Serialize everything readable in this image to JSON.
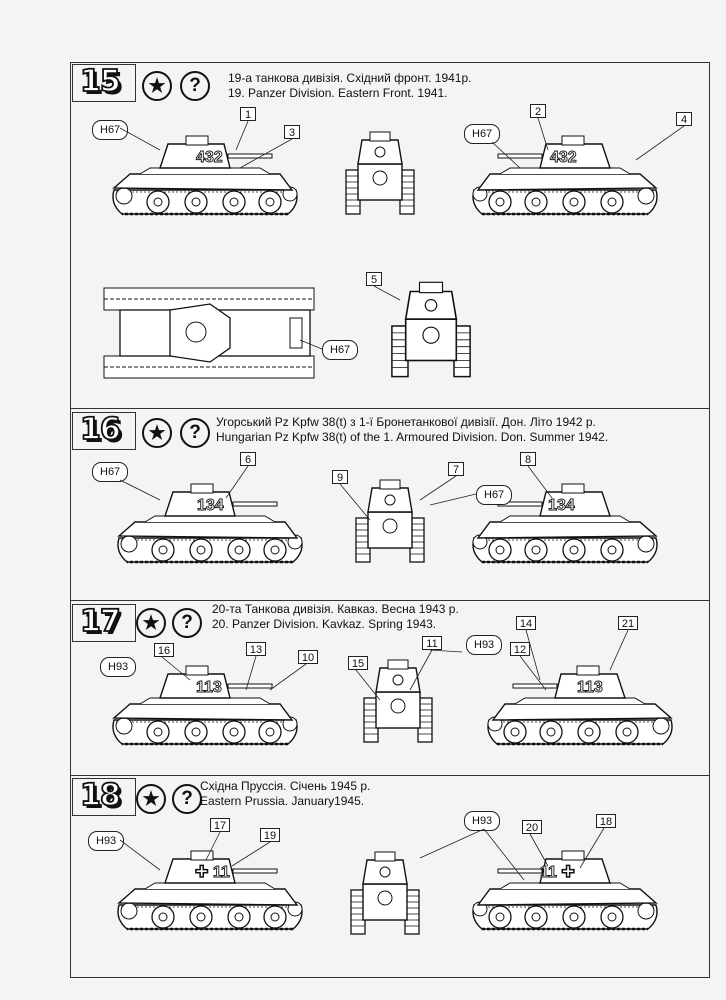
{
  "sections": [
    {
      "number": "15",
      "caption_ua": "19-а танкова дивізія. Східний фронт. 1941р.",
      "caption_en": "19. Panzer Division. Eastern Front. 1941.",
      "tank_number": "432",
      "decal": "H67",
      "callouts": [
        "1",
        "2",
        "3",
        "4",
        "5"
      ]
    },
    {
      "number": "16",
      "caption_ua": "Угорський Pz Kpfw 38(t) з 1-ї Бронетанкової дивізії. Дон. Літо 1942 р.",
      "caption_en": "Hungarian Pz Kpfw 38(t) of the 1. Armoured Division. Don. Summer 1942.",
      "tank_number": "134",
      "decal": "H67",
      "callouts": [
        "6",
        "7",
        "8",
        "9"
      ]
    },
    {
      "number": "17",
      "caption_ua": "20-та Танкова дивізія. Кавказ. Весна 1943 р.",
      "caption_en": "20. Panzer Division. Kavkaz. Spring 1943.",
      "tank_number": "113",
      "decal": "H93",
      "callouts": [
        "10",
        "11",
        "12",
        "13",
        "14",
        "15",
        "16",
        "21"
      ]
    },
    {
      "number": "18",
      "caption_ua": "Східна Пруссія. Січень 1945 р.",
      "caption_en": "Eastern Prussia. January1945.",
      "tank_number": "11",
      "decal": "H93",
      "callouts": [
        "17",
        "18",
        "19",
        "20"
      ]
    }
  ],
  "symbols": {
    "star": "★",
    "question": "?"
  },
  "icons": {
    "star": "star-roundel-icon",
    "question": "question-icon"
  }
}
